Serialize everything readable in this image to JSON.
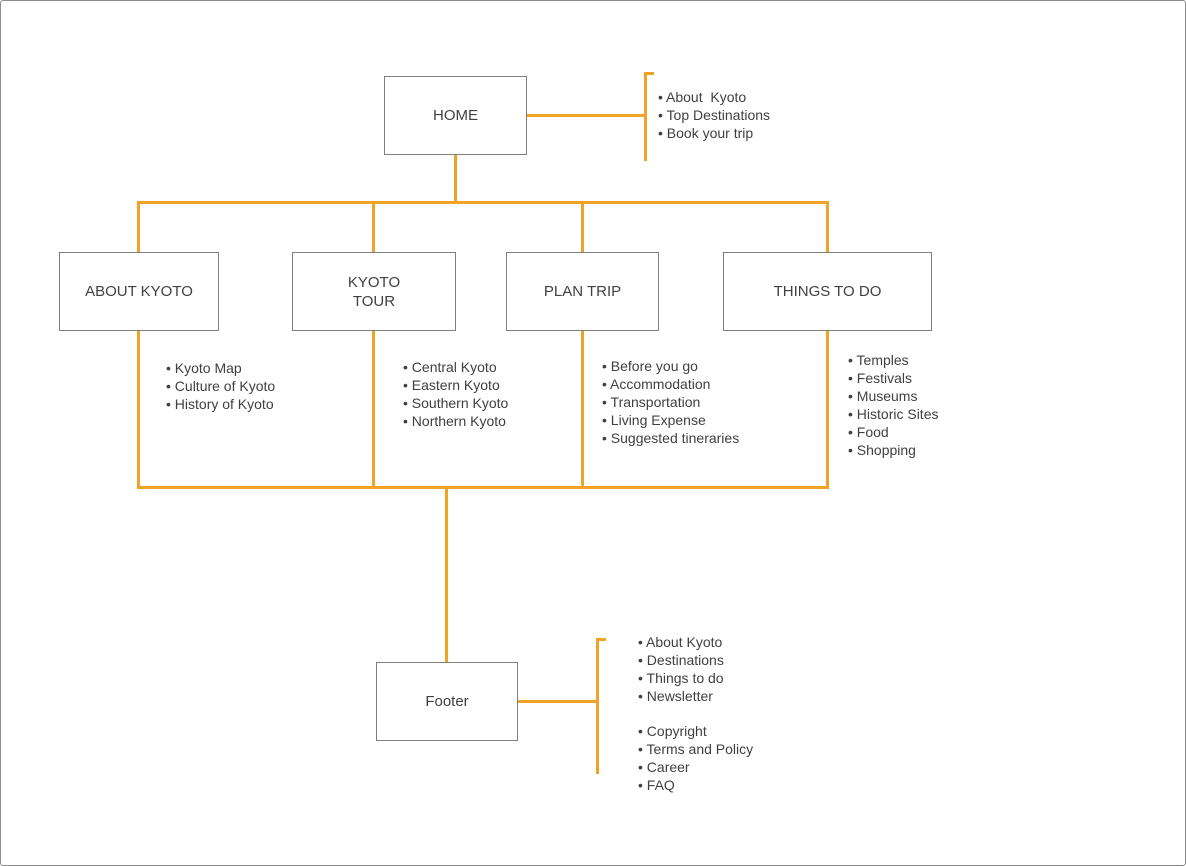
{
  "bullet": "•",
  "colors": {
    "connector": "#F0A325",
    "box_border": "#7F7F7F",
    "text": "#404040",
    "background": "#FFFFFF",
    "page_border": "#8C8C8C"
  },
  "nodes": {
    "home": {
      "label": "HOME"
    },
    "about_kyoto": {
      "label": "ABOUT KYOTO"
    },
    "kyoto_tour": {
      "label": "KYOTO\nTOUR"
    },
    "plan_trip": {
      "label": "PLAN TRIP"
    },
    "things_to_do": {
      "label": "THINGS TO DO"
    },
    "footer": {
      "label": "Footer"
    }
  },
  "lists": {
    "home": [
      "About  Kyoto",
      "Top Destinations",
      "Book your trip"
    ],
    "about_kyoto": [
      "Kyoto Map",
      "Culture of Kyoto",
      "History of Kyoto"
    ],
    "kyoto_tour": [
      "Central Kyoto",
      "Eastern Kyoto",
      "Southern Kyoto",
      "Northern Kyoto"
    ],
    "plan_trip": [
      "Before you go",
      "Accommodation",
      "Transportation",
      "Living Expense",
      "Suggested tineraries"
    ],
    "things_to_do": [
      "Temples",
      "Festivals",
      "Museums",
      "Historic Sites",
      "Food",
      "Shopping"
    ],
    "footer_top": [
      "About Kyoto",
      "Destinations",
      "Things to do",
      "Newsletter"
    ],
    "footer_bottom": [
      "Copyright",
      "Terms and Policy",
      "Career",
      "FAQ"
    ]
  }
}
